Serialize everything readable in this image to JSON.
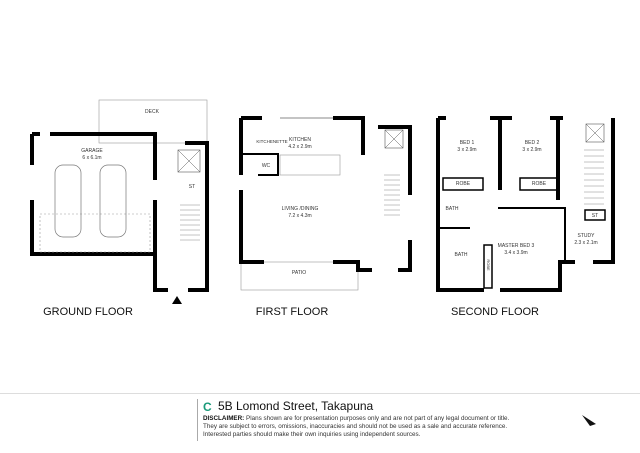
{
  "address": "5B Lomond Street,  Takapuna",
  "disclaimer": {
    "label": "DISCLAIMER:",
    "lines": [
      "Plans shown are for presentation purposes only and are not part of any legal document or title.",
      "They are subject to errors, omissions, inaccuracies and should not be used as a sale and accurate reference.",
      "Interested parties should make their own inquiries using independent sources."
    ]
  },
  "colors": {
    "brand": "#1a9a7a",
    "walls": "#000000"
  },
  "icons": {
    "logo": "brand-c-logo",
    "north": "north-arrow-icon",
    "entry": "entry-arrow-icon"
  },
  "floors": {
    "ground": {
      "title": "GROUND FLOOR",
      "rooms": {
        "deck": "DECK",
        "garage": "GARAGE",
        "garage_size": "6 x 6.1m",
        "st": "ST"
      }
    },
    "first": {
      "title": "FIRST FLOOR",
      "rooms": {
        "kitchen": "KITCHEN",
        "kitchen_size": "4.2 x 2.9m",
        "kitchenette": "KITCHENETTE",
        "wc": "WC",
        "living": "LIVING /DINING",
        "living_size": "7.2 x 4.3m",
        "patio": "PATIO"
      }
    },
    "second": {
      "title": "SECOND FLOOR",
      "rooms": {
        "bed1": "BED 1",
        "bed1_size": "3 x 2.9m",
        "bed2": "BED 2",
        "bed2_size": "3 x 2.9m",
        "robe1": "ROBE",
        "robe2": "ROBE",
        "bath1": "BATH",
        "bath2": "BATH",
        "robe3": "ROBE",
        "master": "MASTER BED 3",
        "master_size": "3.4 x 3.9m",
        "st": "ST",
        "study": "STUDY",
        "study_size": "2.3 x 2.1m"
      }
    }
  }
}
